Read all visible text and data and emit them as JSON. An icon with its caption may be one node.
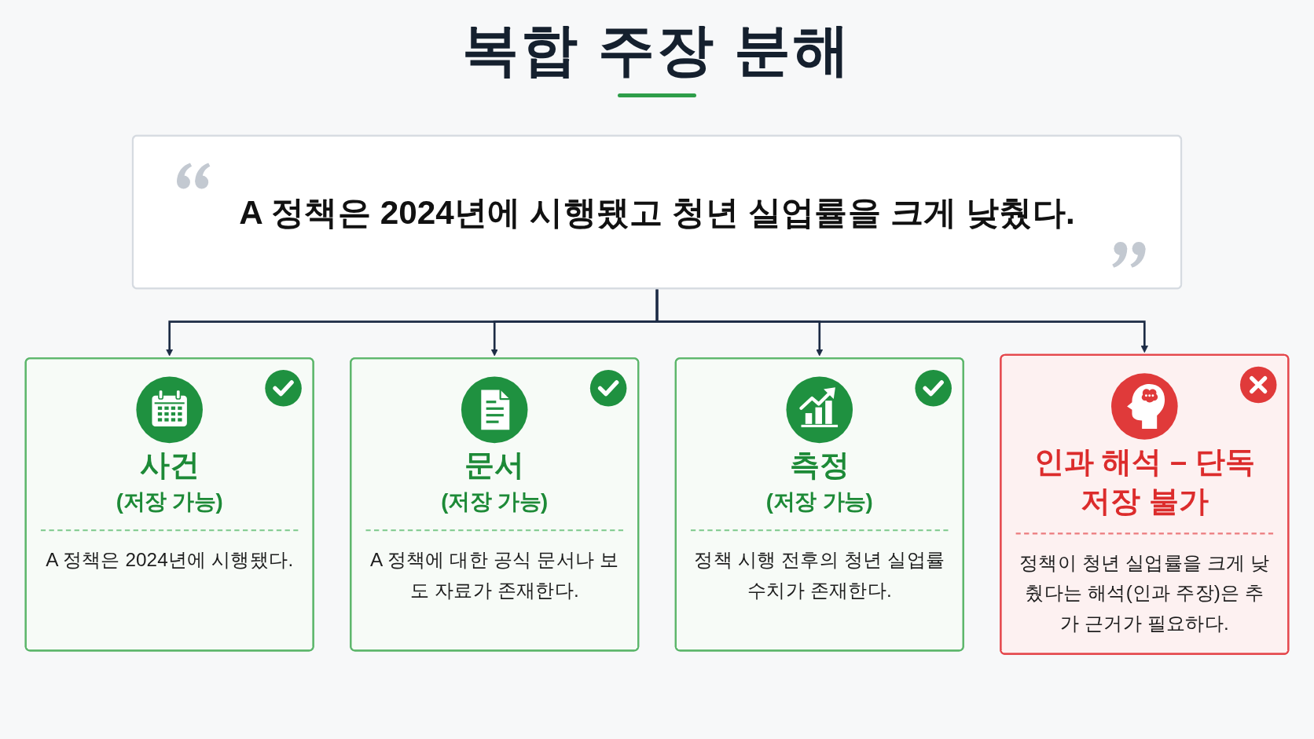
{
  "diagram": {
    "title": "복합 주장 분해",
    "nodes": [
      {
        "text": [
          "A 정책은 2024년에 시행됐고 청년 실업률을 크게 낮췄다."
        ]
      },
      {
        "text": [
          "사건",
          "(저장 가능)",
          "A 정책은 2024년에 시행됐다."
        ]
      },
      {
        "text": [
          "문서",
          "(저장 가능)",
          "A 정책에 대한 공식 문서나 보도 자료가 존재한다."
        ]
      },
      {
        "text": [
          "측정",
          "(저장 가능)",
          "정책 시행 전후의 청년 실업률 수치가 존재한다."
        ]
      },
      {
        "text": [
          "인과 해석 – 단독 저장 불가",
          "정책이 청년 실업률을 크게 낮췄다는 해석(인과 주장)은 추가 근거가 필요하다."
        ]
      }
    ],
    "edges": [
      {
        "from": 0,
        "to": 1,
        "arrow": "to"
      },
      {
        "from": 0,
        "to": 2,
        "arrow": "to"
      },
      {
        "from": 0,
        "to": 3,
        "arrow": "to"
      },
      {
        "from": 0,
        "to": 4,
        "arrow": "to"
      }
    ]
  }
}
